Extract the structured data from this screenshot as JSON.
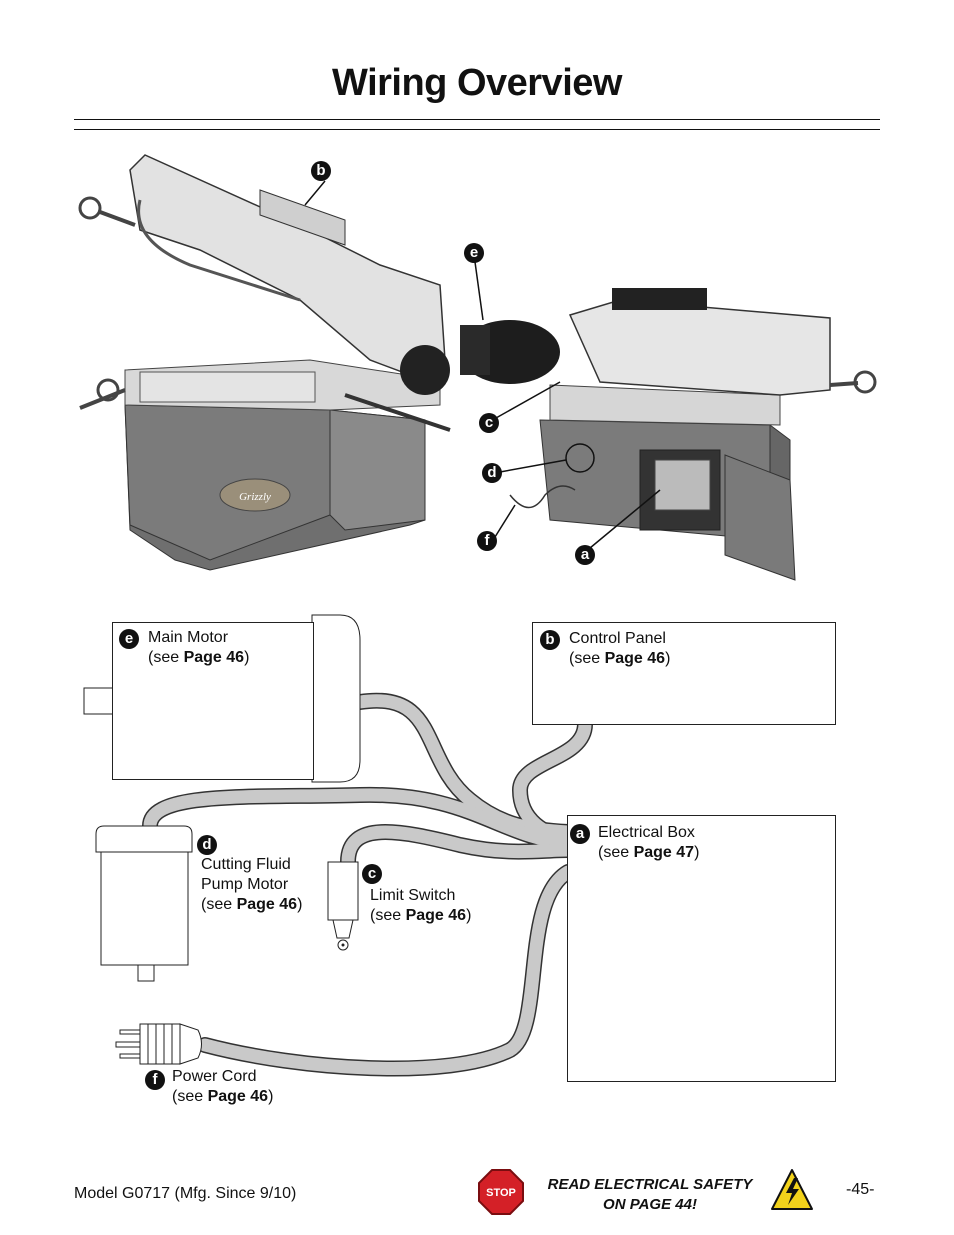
{
  "page_title": "Wiring Overview",
  "photo_callouts": [
    "b",
    "e",
    "c",
    "d",
    "f",
    "a"
  ],
  "photo_logo_text": "Grizzly",
  "components": {
    "main_motor": {
      "letter": "e",
      "name": "Main Motor",
      "see_prefix": "(see ",
      "page_ref": "Page 46",
      "see_suffix": ")"
    },
    "control_panel": {
      "letter": "b",
      "name": "Control Panel",
      "see_prefix": "(see ",
      "page_ref": "Page 46",
      "see_suffix": ")"
    },
    "electrical_box": {
      "letter": "a",
      "name": "Electrical Box",
      "see_prefix": "(see ",
      "page_ref": "Page 47",
      "see_suffix": ")"
    },
    "pump_motor": {
      "letter": "d",
      "name_line1": "Cutting Fluid",
      "name_line2": "Pump Motor",
      "see_prefix": "(see ",
      "page_ref": "Page 46",
      "see_suffix": ")"
    },
    "limit_switch": {
      "letter": "c",
      "name": "Limit Switch",
      "see_prefix": "(see ",
      "page_ref": "Page 46",
      "see_suffix": ")"
    },
    "power_cord": {
      "letter": "f",
      "name": "Power Cord",
      "see_prefix": "(see ",
      "page_ref": "Page 46",
      "see_suffix": ")"
    }
  },
  "footer": {
    "model": "Model G0717 (Mfg. Since 9/10)",
    "stop_sign_text": "STOP",
    "warning_line1": "READ ELECTRICAL SAFETY",
    "warning_line2": "ON PAGE 44!",
    "page_number": "-45-"
  },
  "colors": {
    "cable": "#c9c9c9",
    "machine_base": "#7d7d7d",
    "stop_red": "#d42027",
    "hazard_yellow": "#f2d21b"
  }
}
